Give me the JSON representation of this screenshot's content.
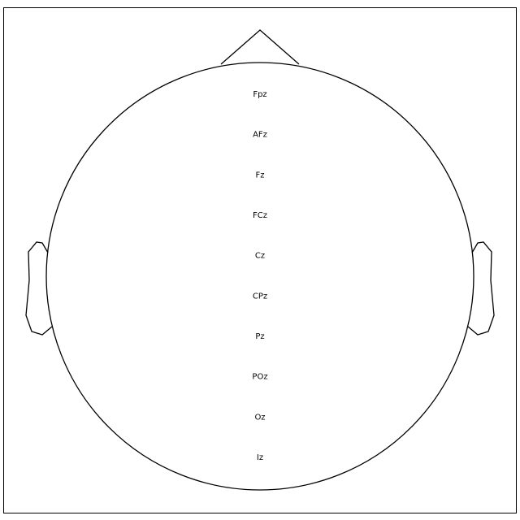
{
  "montage": {
    "electrodes": [
      {
        "id": "fpz",
        "label": "Fpz"
      },
      {
        "id": "afz",
        "label": "AFz"
      },
      {
        "id": "fz",
        "label": "Fz"
      },
      {
        "id": "fcz",
        "label": "FCz"
      },
      {
        "id": "cz",
        "label": "Cz"
      },
      {
        "id": "cpz",
        "label": "CPz"
      },
      {
        "id": "pz",
        "label": "Pz"
      },
      {
        "id": "poz",
        "label": "POz"
      },
      {
        "id": "oz",
        "label": "Oz"
      },
      {
        "id": "iz",
        "label": "Iz"
      }
    ]
  }
}
